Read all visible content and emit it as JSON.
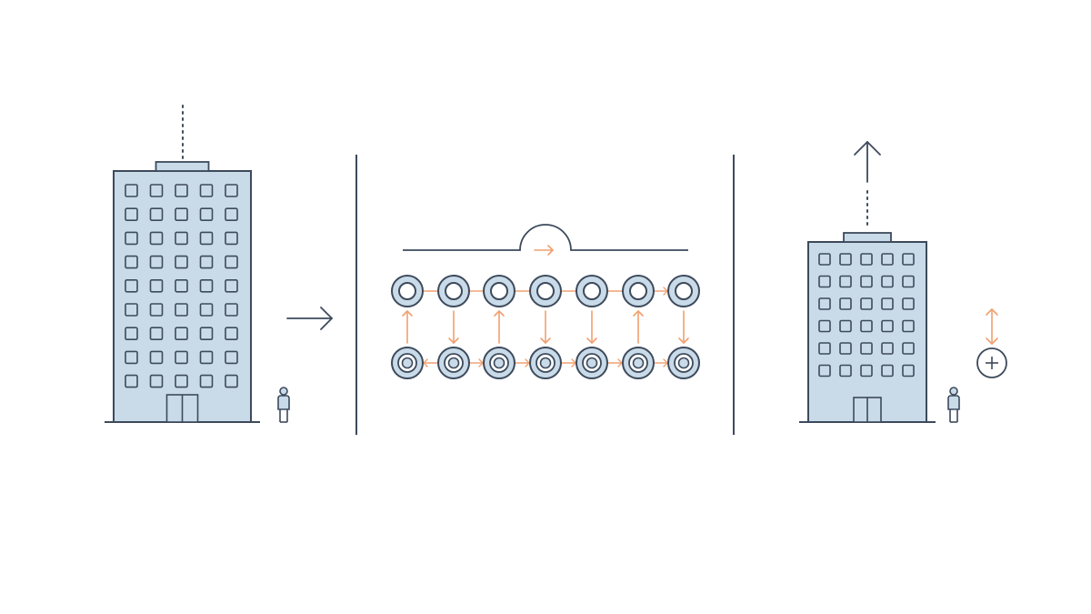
{
  "colors": {
    "background": "#ffffff",
    "stroke": "#3d4a5c",
    "building_fill": "#c9dbe8",
    "accent_arrow": "#f0a070",
    "ring_fill": "#c9dbe8"
  },
  "panels": [
    {
      "name": "tall-building-panel",
      "building_floors": 9,
      "windows_per_floor": 5,
      "antenna": "dotted-line",
      "side_icon": "right-arrow-icon",
      "figure": "person-icon"
    },
    {
      "name": "network-panel",
      "top_row_nodes": 7,
      "bottom_row_nodes": 7,
      "vertical_links": [
        "up",
        "down",
        "up",
        "down",
        "down",
        "up",
        "down"
      ],
      "top_icon": "half-circle-arrow-icon"
    },
    {
      "name": "small-building-panel",
      "building_floors": 6,
      "windows_per_floor": 5,
      "antenna": "dotted-line-with-up-arrow",
      "side_icon": "plus-circle-icon",
      "figure": "person-icon"
    }
  ]
}
